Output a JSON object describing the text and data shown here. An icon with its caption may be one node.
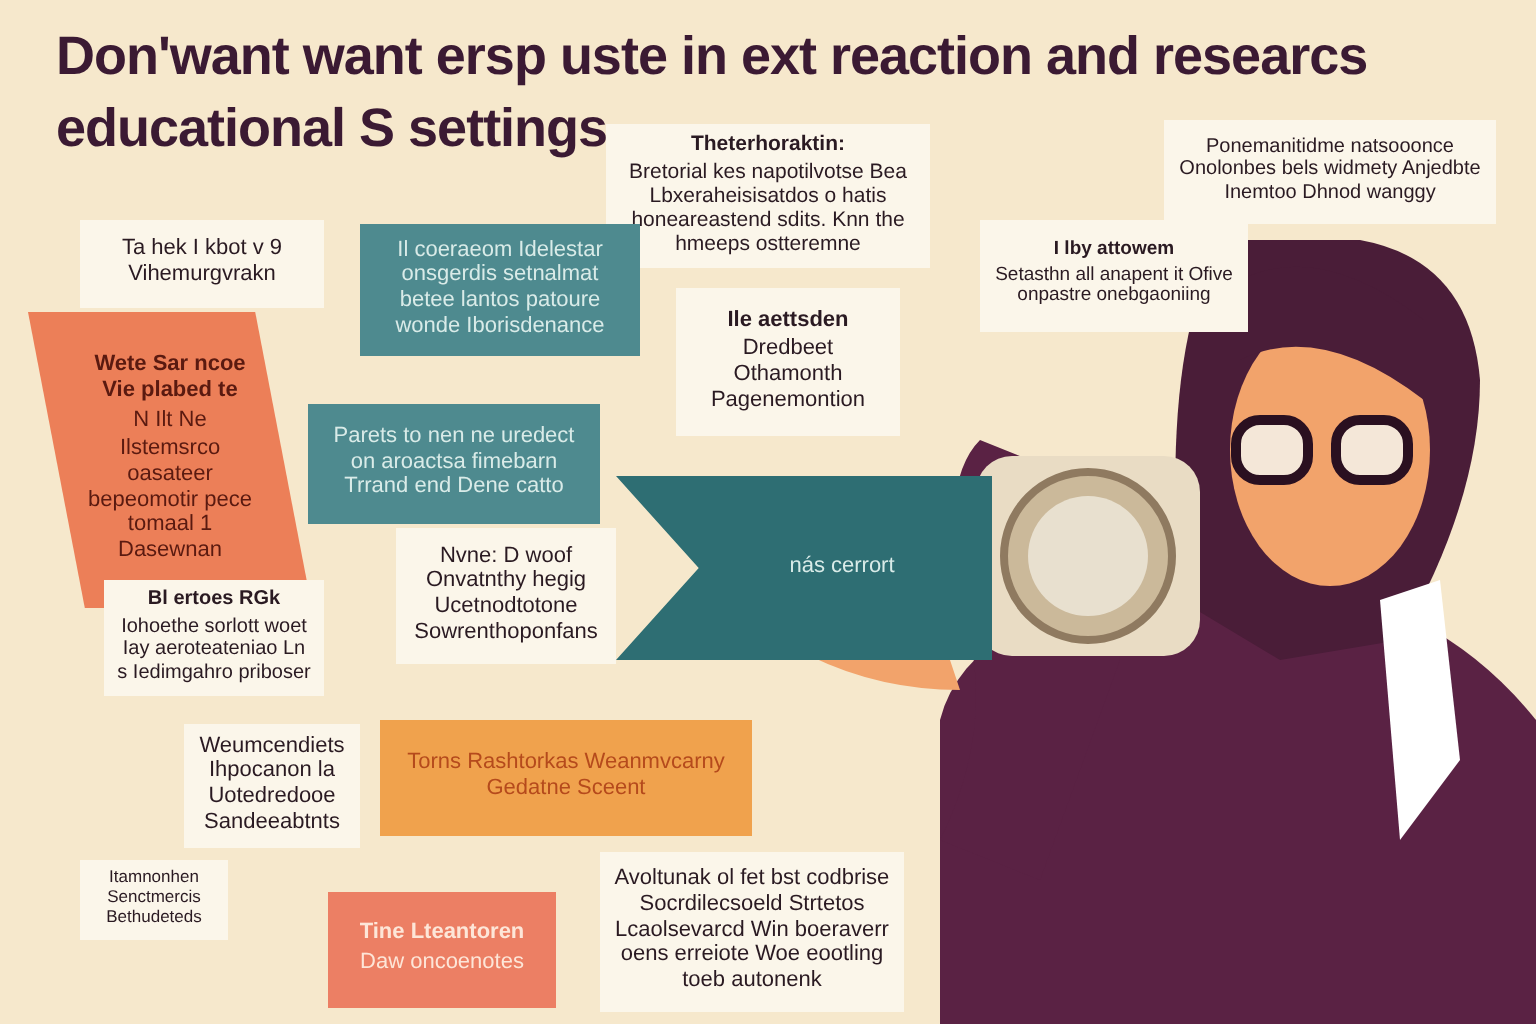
{
  "diagram": {
    "title": "Don'want want ersp uste in ext reaction and researcs educational S settings",
    "nodes": [
      {
        "text": [
          "Ta hek I kbot v 9 Vihemurgvrakn"
        ]
      },
      {
        "text": [
          "Theterhoraktin:",
          "Bretorial kes napotilvotse Bea Lbxeraheisisatdos o hatis honeareastend sdits. Knn the hmeeps ostteremne"
        ]
      },
      {
        "text": [
          "Ponemanitidme natsooonce Onolonbes bels widmety Anjedbte Inemtoo Dhnod wanggy"
        ]
      },
      {
        "text": [
          "Il coeraeom Idelestar onsgerdis setnalmat betee lantos patoure wonde Iborisdenance"
        ]
      },
      {
        "text": [
          "Wete Sar ncoe Vie plabed te",
          "N Ilt Ne",
          "Ilstemsrco oasateer bepeomotir pece tomaal 1 Dasewnan"
        ]
      },
      {
        "text": [
          "Ile aettsden",
          "Dredbeet Othamonth Pagenemontion"
        ]
      },
      {
        "text": [
          "I lby attowem",
          "Setasthn all anapent it Ofive onpastre onebgaoniing"
        ]
      },
      {
        "text": [
          "Parets to nen ne uredect on aroactsa fimebarn Trrand end Dene catto"
        ]
      },
      {
        "text": [
          "Nvne: D woof Onvatnthy hegig Ucetnodtotone Sowrenthoponfans"
        ]
      },
      {
        "text": [
          "nás cerrort"
        ]
      },
      {
        "text": [
          "Bl ertoes RGk",
          "Iohoethe sorlott woet Iay aeroteateniao Ln s Iedimgahro priboser"
        ]
      },
      {
        "text": [
          "Weumcendiets Ihpocanon la Uotedredooe Sandeeabtnts"
        ]
      },
      {
        "text": [
          "Torns Rashtorkas Weanmvcarny Gedatne Sceent"
        ]
      },
      {
        "text": [
          "Itamnonhen Senctmercis Bethudeteds"
        ]
      },
      {
        "text": [
          "Tine Lteantoren",
          "Daw oncoenotes"
        ]
      },
      {
        "text": [
          "Avoltunak ol fet bst codbrise Socrdilecsoeld Strtetos Lcaolsevarcd Win boeraverr oens erreiote Woe eootling toeb autonenk"
        ]
      }
    ]
  }
}
